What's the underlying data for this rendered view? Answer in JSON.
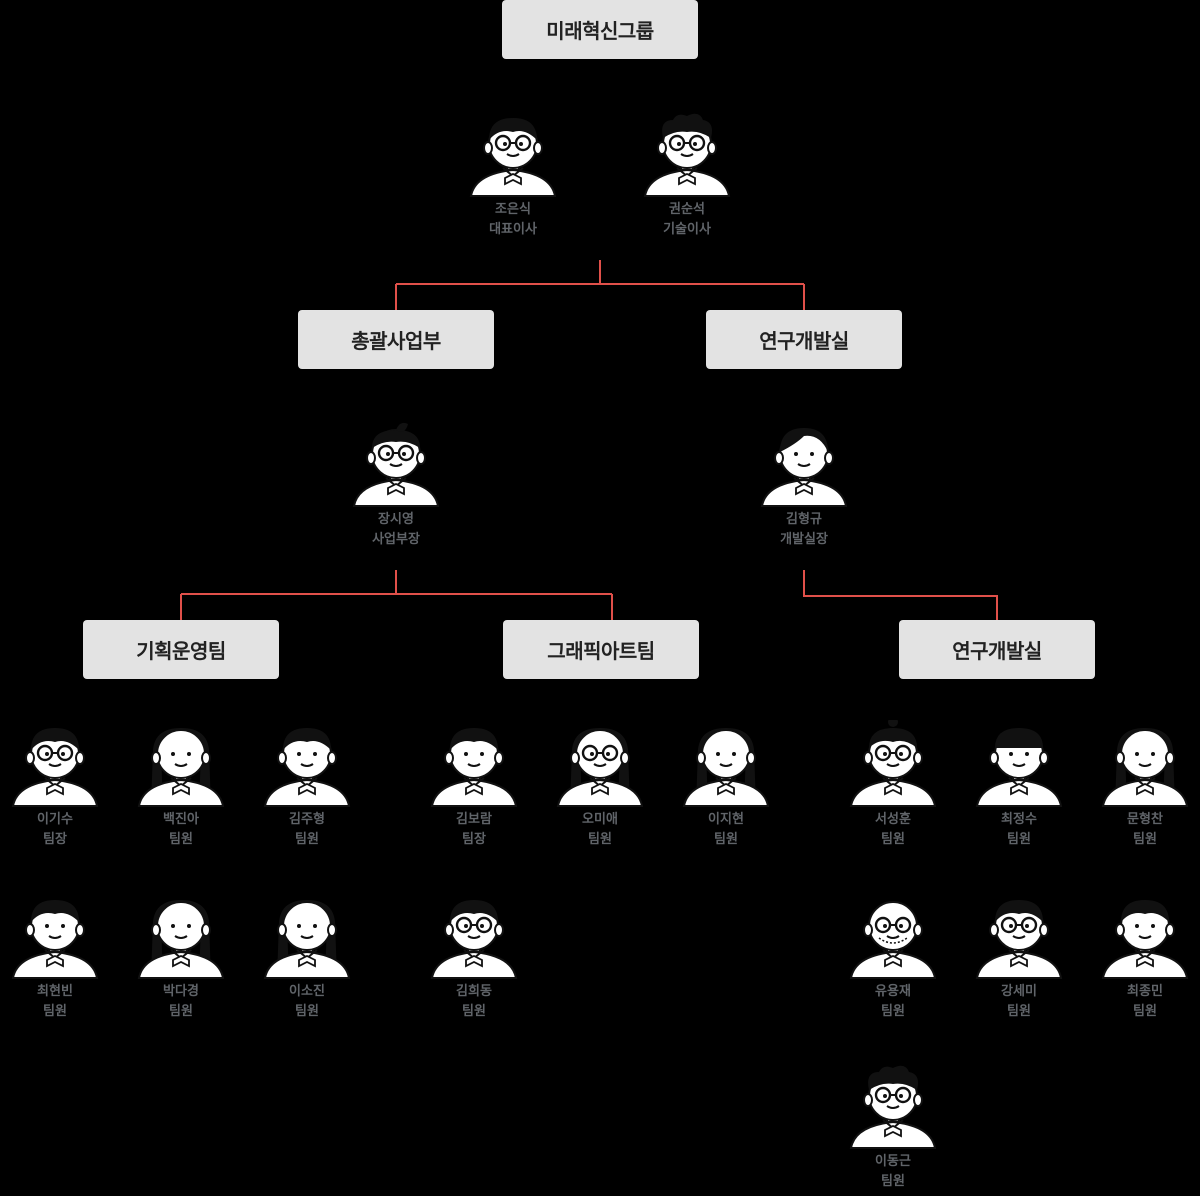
{
  "theme": {
    "background": "#000000",
    "box": "#e3e3e3",
    "line": "#e0504a",
    "caption": "#606469"
  },
  "org": {
    "top": "미래혁신그룹",
    "business_division": "총괄사업부",
    "rnd_division": "연구개발실",
    "planning_team": "기획운영팀",
    "graphic_team": "그래픽아트팀",
    "rnd_team": "연구개발실"
  },
  "people": {
    "ceo": {
      "name": "조은식",
      "title": "대표이사",
      "icon": "avatar-glasses"
    },
    "cto": {
      "name": "권순석",
      "title": "기술이사",
      "icon": "avatar-glasses-curly"
    },
    "biz_head": {
      "name": "장시영",
      "title": "사업부장",
      "icon": "avatar-glasses-tuft"
    },
    "rnd_head": {
      "name": "김형규",
      "title": "개발실장",
      "icon": "avatar-sidepart"
    },
    "p1": {
      "name": "이기수",
      "title": "팀장",
      "icon": "avatar-glasses"
    },
    "p2": {
      "name": "백진아",
      "title": "팀원",
      "icon": "avatar-long-hair"
    },
    "p3": {
      "name": "김주형",
      "title": "팀원",
      "icon": "avatar-short"
    },
    "p4": {
      "name": "최현빈",
      "title": "팀원",
      "icon": "avatar-short"
    },
    "p5": {
      "name": "박다경",
      "title": "팀원",
      "icon": "avatar-long-hair"
    },
    "p6": {
      "name": "이소진",
      "title": "팀원",
      "icon": "avatar-long-hair"
    },
    "p7": {
      "name": "김보람",
      "title": "팀장",
      "icon": "avatar-short"
    },
    "p8": {
      "name": "오미애",
      "title": "팀원",
      "icon": "avatar-glasses-long"
    },
    "p9": {
      "name": "이지현",
      "title": "팀원",
      "icon": "avatar-long-hair"
    },
    "p10": {
      "name": "김희동",
      "title": "팀원",
      "icon": "avatar-glasses"
    },
    "p11": {
      "name": "서성훈",
      "title": "팀원",
      "icon": "avatar-glasses-bun"
    },
    "p12": {
      "name": "최정수",
      "title": "팀원",
      "icon": "avatar-flat-hair"
    },
    "p13": {
      "name": "문형찬",
      "title": "팀원",
      "icon": "avatar-long-hair"
    },
    "p14": {
      "name": "유용재",
      "title": "팀원",
      "icon": "avatar-bald-glasses"
    },
    "p15": {
      "name": "강세미",
      "title": "팀원",
      "icon": "avatar-glasses"
    },
    "p16": {
      "name": "최종민",
      "title": "팀원",
      "icon": "avatar-short"
    },
    "p17": {
      "name": "이동근",
      "title": "팀원",
      "icon": "avatar-glasses-curly"
    }
  }
}
